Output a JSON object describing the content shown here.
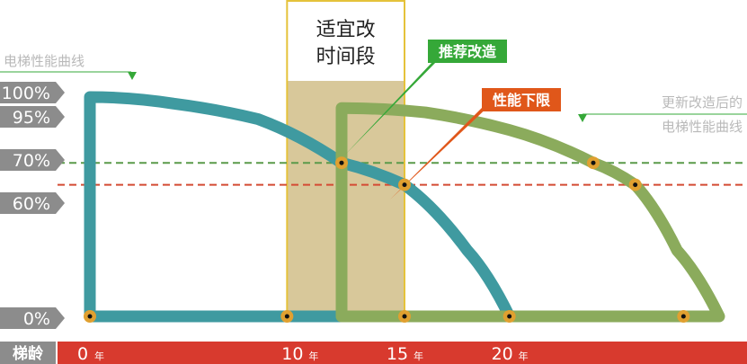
{
  "chart_data": {
    "type": "line",
    "legend_left": "电梯性能曲线",
    "legend_right": [
      "更新改造后的",
      "电梯性能曲线"
    ],
    "window_label": [
      "适宜改",
      "时间段"
    ],
    "callout_renovate": "推荐改造",
    "callout_limit": "性能下限",
    "x_axis_label": "梯龄",
    "x_ticks": [
      {
        "value": 0,
        "num": "0",
        "unit": "年"
      },
      {
        "value": 10,
        "num": "10",
        "unit": "年"
      },
      {
        "value": 15,
        "num": "15",
        "unit": "年"
      },
      {
        "value": 20,
        "num": "20",
        "unit": "年"
      }
    ],
    "y_ticks": [
      {
        "value": 100,
        "label": "100%"
      },
      {
        "value": 95,
        "label": "95%"
      },
      {
        "value": 70,
        "label": "70%"
      },
      {
        "value": 60,
        "label": "60%"
      },
      {
        "value": 0,
        "label": "0%"
      }
    ],
    "ylim": [
      0,
      100
    ],
    "xlim": [
      0,
      30
    ],
    "reference_lines": [
      {
        "value": 70,
        "color": "#5a9a4a"
      },
      {
        "value": 60,
        "color": "#d44a33"
      }
    ],
    "window": {
      "x_start": 9.4,
      "x_end": 15
    },
    "series": [
      {
        "color": "#3f9aa0",
        "points": [
          [
            0,
            0
          ],
          [
            0,
            100
          ],
          [
            4,
            97
          ],
          [
            8,
            90
          ],
          [
            12,
            70
          ],
          [
            15,
            60
          ],
          [
            18,
            30
          ],
          [
            20,
            0
          ]
        ]
      },
      {
        "color": "#8bab5c",
        "points": [
          [
            12,
            0
          ],
          [
            12,
            95
          ],
          [
            16,
            93
          ],
          [
            20,
            85
          ],
          [
            24,
            70
          ],
          [
            26,
            60
          ],
          [
            28,
            30
          ],
          [
            30,
            0
          ]
        ]
      }
    ],
    "markers": [
      [
        0,
        0
      ],
      [
        9.4,
        0
      ],
      [
        15,
        0
      ],
      [
        20,
        0
      ],
      [
        28.3,
        0
      ],
      [
        12,
        70
      ],
      [
        15,
        60
      ],
      [
        24,
        70
      ],
      [
        26,
        60
      ]
    ],
    "colors": {
      "teal": "#3f9aa0",
      "olive": "#8bab5c",
      "window_fill": "#d8c89a",
      "window_border": "#e5c23a",
      "axis_bar": "#d83a2e",
      "label_bg": "#8c8c8c",
      "callout_green": "#35a838",
      "callout_orange": "#e0571a",
      "marker_fill": "#e0a030"
    }
  }
}
